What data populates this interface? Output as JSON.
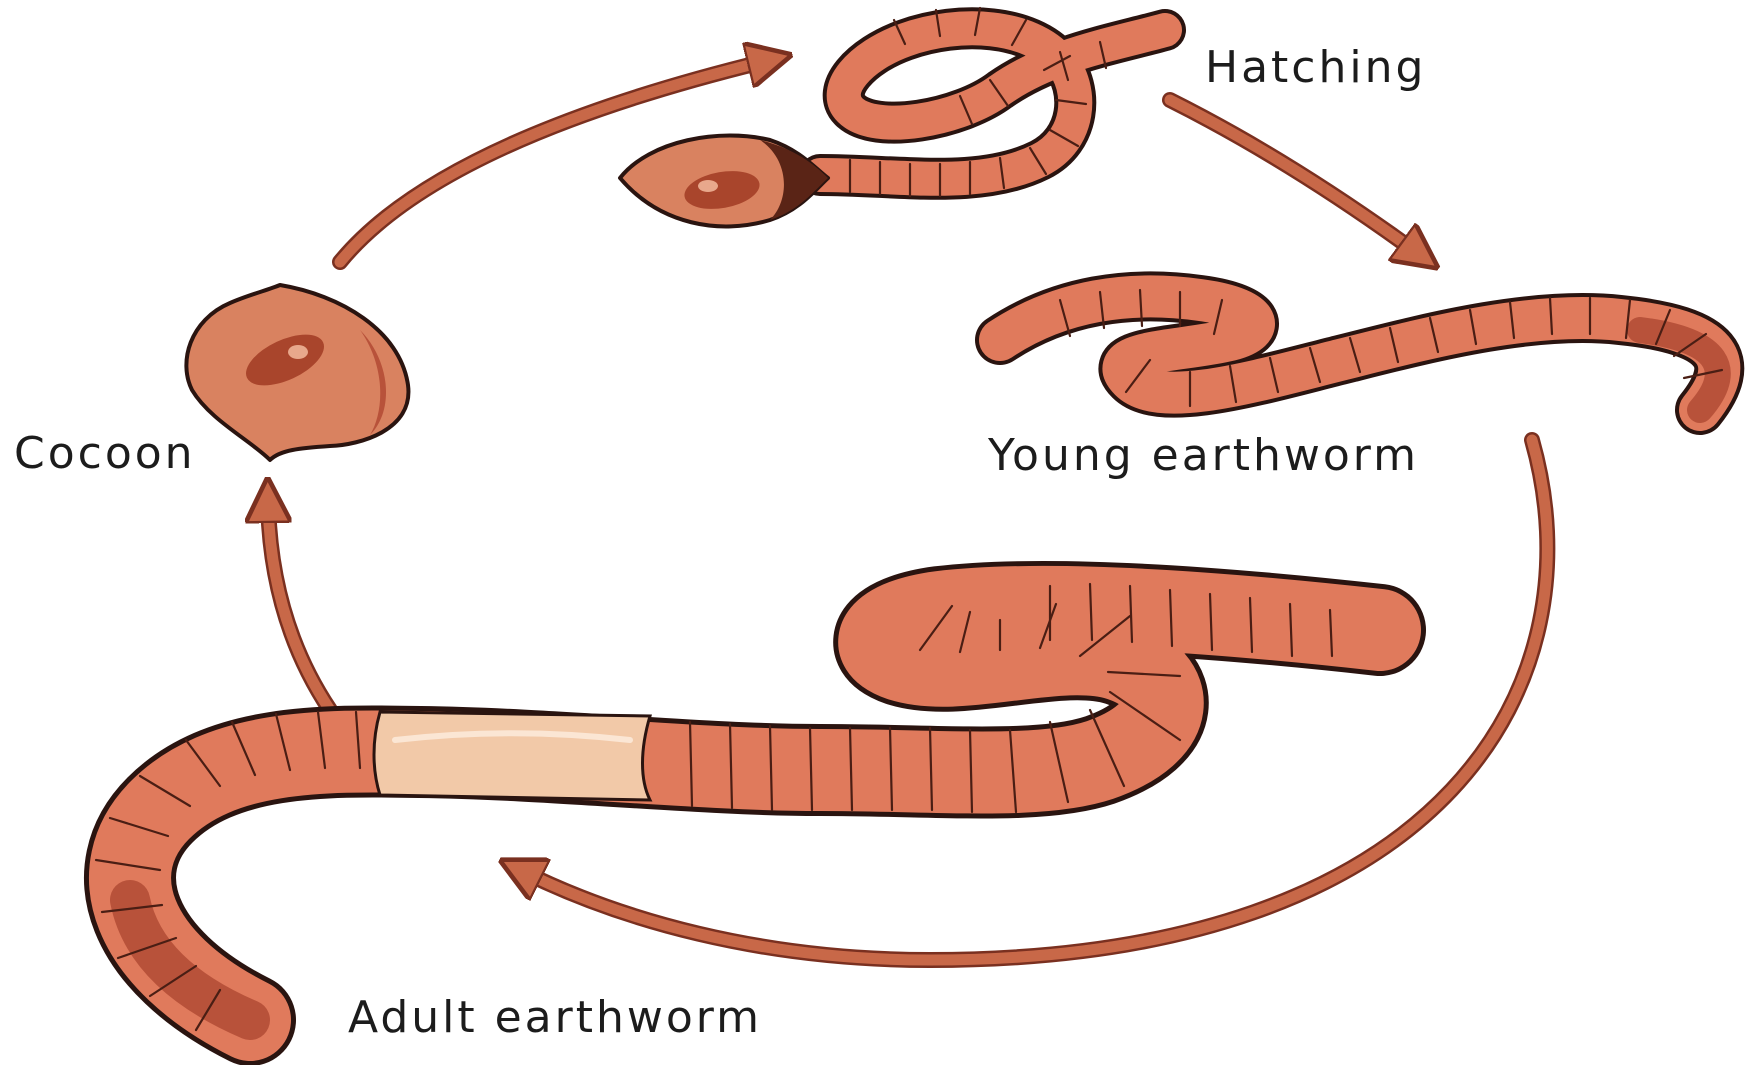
{
  "stages": [
    {
      "id": "hatching",
      "label": "Hatching"
    },
    {
      "id": "young",
      "label": "Young earthworm"
    },
    {
      "id": "adult",
      "label": "Adult earthworm"
    },
    {
      "id": "cocoon",
      "label": "Cocoon"
    }
  ],
  "colors": {
    "arrow": "#c86848",
    "arrow_outline": "#7a3020",
    "worm_body": "#e07a5c",
    "worm_dark": "#b8523a",
    "clitellum": "#f2c9a8",
    "cocoon": "#d98260",
    "cocoon_spot": "#a9452c",
    "outline": "#2a1410"
  },
  "icons": [
    "cycle-arrow",
    "earthworm",
    "cocoon"
  ]
}
